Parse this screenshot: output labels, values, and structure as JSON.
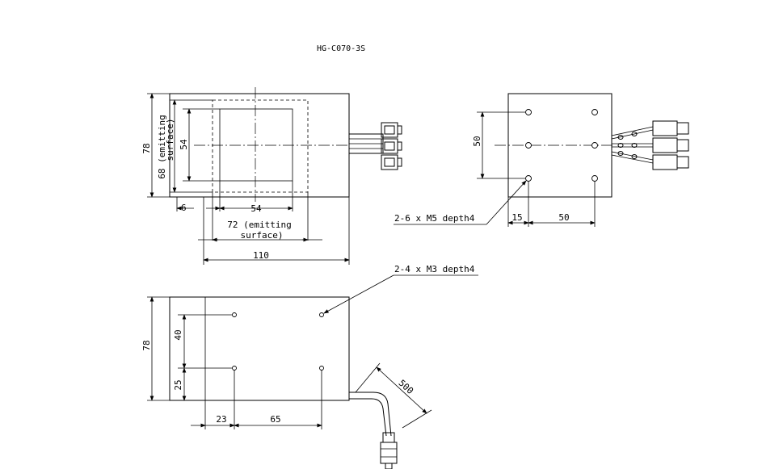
{
  "title": "HG-C070-3S",
  "front_view": {
    "dim_height": "78",
    "dim_emitting_height": "68 (emitting",
    "dim_emitting_height_2": "surface)",
    "dim_inner_height": "54",
    "dim_left_offset": "6",
    "dim_inner_width": "54",
    "dim_emitting_width": "72 (emitting",
    "dim_emitting_width_2": "surface)",
    "dim_total_width": "110"
  },
  "side_view": {
    "dim_hole_spacing_v": "50",
    "dim_hole_offset": "15",
    "dim_hole_spacing_h": "50",
    "callout_holes": "2-6 x M5 depth4"
  },
  "bottom_view": {
    "callout_holes": "2-4 x M3 depth4",
    "dim_height": "78",
    "dim_upper_spacing": "40",
    "dim_lower_offset": "25",
    "dim_left_offset": "23",
    "dim_hole_spacing": "65",
    "dim_cable": "500"
  }
}
